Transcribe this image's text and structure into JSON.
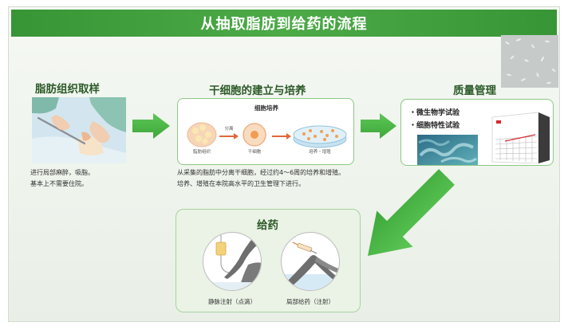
{
  "title": "从抽取脂肪到给药的流程",
  "colors": {
    "title_bar": "#3f9b3c",
    "arrow_green": "#4cb847",
    "heading_text": "#2c5a28",
    "body_text": "#333333",
    "slide_bg": "#eef3ec"
  },
  "steps": {
    "sampling": {
      "title": "脂肪组织取样",
      "illustration": "liposuction-hands-illustration",
      "caption": [
        "进行局部麻醉，吸脂。",
        "基本上不需要住院。"
      ]
    },
    "culture": {
      "title": "干细胞的建立与培养",
      "panel_title": "细胞培养",
      "stages": [
        "脂肪组织",
        "干细胞",
        "培养・增殖"
      ],
      "arrow_label": "分离",
      "caption": [
        "从采集的脂肪中分离干细胞，经过约4～6周的培养和增殖。",
        "培养、增殖在本院高水平的卫生管理下进行。"
      ]
    },
    "quality": {
      "title": "质量管理",
      "tests": [
        "・微生物学试验",
        "・细胞特性试验"
      ],
      "illustrations": [
        "microscope-culture-photo",
        "laboratory-analyzer-machine"
      ]
    },
    "administration": {
      "title": "给药",
      "methods": [
        "静脉注射（点滴）",
        "局部给药（注射）"
      ],
      "illustrations": [
        "iv-drip-icon",
        "knee-injection-icon"
      ]
    }
  }
}
